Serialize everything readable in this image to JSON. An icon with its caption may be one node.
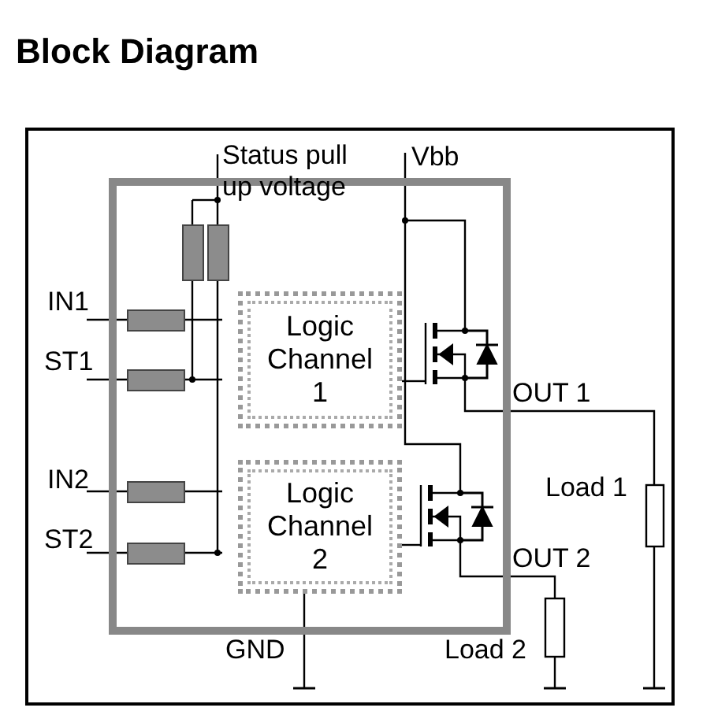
{
  "diagram": {
    "title": "Block Diagram",
    "nodes": [
      {
        "text": [],
        "shape": "box"
      },
      {
        "text": [
          "Logic Channel 1"
        ],
        "in": 0
      },
      {
        "text": [
          "Logic Channel 2"
        ],
        "in": 0
      }
    ],
    "labels": [
      "Status pull up voltage",
      "Vbb",
      "IN1",
      "ST1",
      "OUT 1",
      "Load 1",
      "IN2",
      "ST2",
      "OUT 2",
      "GND",
      "Load 2"
    ]
  }
}
